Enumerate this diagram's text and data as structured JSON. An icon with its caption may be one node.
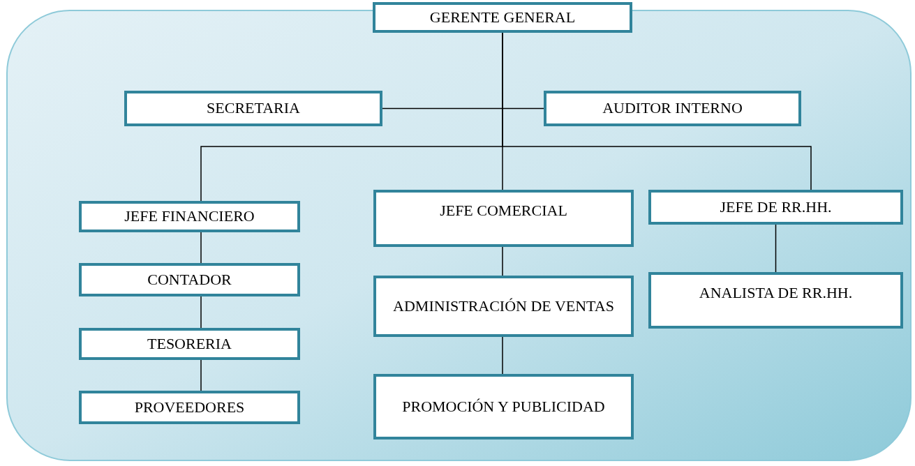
{
  "diagram": {
    "nodes": [
      {
        "text": [
          "GERENTE GENERAL"
        ]
      },
      {
        "text": [
          "SECRETARIA"
        ]
      },
      {
        "text": [
          "AUDITOR INTERNO"
        ]
      },
      {
        "text": [
          "JEFE FINANCIERO"
        ]
      },
      {
        "text": [
          "JEFE COMERCIAL"
        ]
      },
      {
        "text": [
          "JEFE DE RR.HH."
        ]
      },
      {
        "text": [
          "CONTADOR"
        ]
      },
      {
        "text": [
          "ADMINISTRACIÓN DE VENTAS"
        ]
      },
      {
        "text": [
          "ANALISTA DE RR.HH."
        ]
      },
      {
        "text": [
          "TESORERIA"
        ]
      },
      {
        "text": [
          "PROMOCIÓN Y PUBLICIDAD"
        ]
      },
      {
        "text": [
          "PROVEEDORES"
        ]
      }
    ],
    "edges": [
      {
        "from": 0,
        "to": 1,
        "arrow": "none"
      },
      {
        "from": 0,
        "to": 2,
        "arrow": "none"
      },
      {
        "from": 0,
        "to": 3,
        "arrow": "none"
      },
      {
        "from": 0,
        "to": 4,
        "arrow": "none"
      },
      {
        "from": 0,
        "to": 5,
        "arrow": "none"
      },
      {
        "from": 3,
        "to": 6,
        "arrow": "none"
      },
      {
        "from": 6,
        "to": 9,
        "arrow": "none"
      },
      {
        "from": 9,
        "to": 11,
        "arrow": "none"
      },
      {
        "from": 4,
        "to": 7,
        "arrow": "none"
      },
      {
        "from": 7,
        "to": 10,
        "arrow": "none"
      },
      {
        "from": 5,
        "to": 8,
        "arrow": "none"
      }
    ]
  }
}
